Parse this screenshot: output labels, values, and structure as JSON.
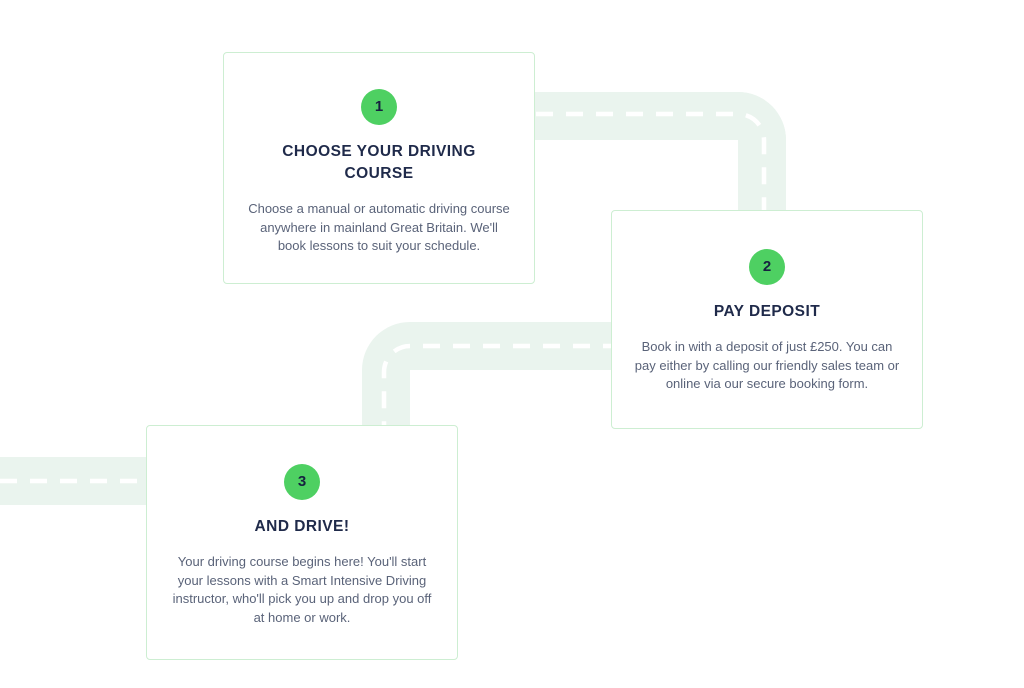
{
  "page": {
    "background_color": "#ffffff",
    "accent_green": "#4ed062",
    "card_border_color": "#cdeed2",
    "road_fill_color": "#eaf4ee",
    "road_dash_color": "#ffffff",
    "heading_color": "#1f2a4a",
    "body_text_color": "#5a6379"
  },
  "steps": [
    {
      "number": "1",
      "title": "CHOOSE YOUR DRIVING COURSE",
      "description": "Choose a manual or automatic driving course anywhere in mainland Great Britain. We'll book lessons to suit your schedule."
    },
    {
      "number": "2",
      "title": "PAY DEPOSIT",
      "description": "Book in with a deposit of just £250. You can pay either by calling our friendly sales team or online via our secure booking form."
    },
    {
      "number": "3",
      "title": "AND DRIVE!",
      "description": "Your driving course begins here! You'll start your lessons with a Smart Intensive Driving instructor, who'll pick you up and drop you off at home or work."
    }
  ],
  "decoration": {
    "road_label": "winding-road-path"
  }
}
